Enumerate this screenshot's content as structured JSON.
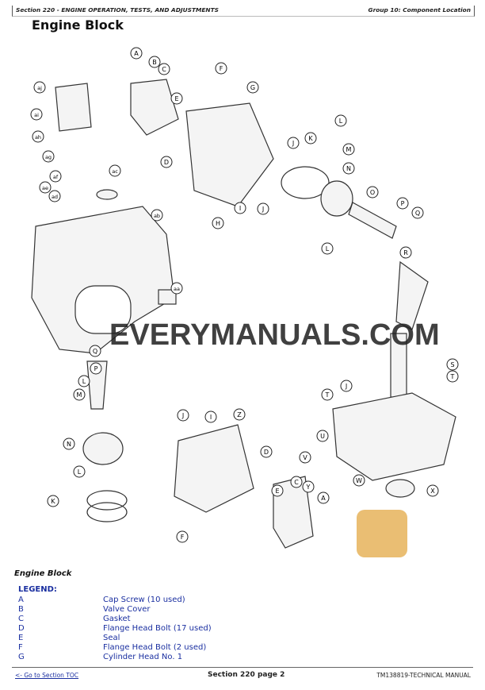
{
  "header": {
    "section": "Section 220 - ENGINE OPERATION, TESTS, AND ADJUSTMENTS",
    "group": "Group 10: Component Location"
  },
  "page_title": "Engine Block",
  "diagram": {
    "callouts": [
      "A",
      "B",
      "C",
      "F",
      "G",
      "E",
      "D",
      "aj",
      "ai",
      "ah",
      "ag",
      "af",
      "ae",
      "ad",
      "ac",
      "ab",
      "aa",
      "H",
      "I",
      "J",
      "J",
      "K",
      "L",
      "M",
      "N",
      "O",
      "P",
      "Q",
      "L",
      "R",
      "Q",
      "P",
      "L",
      "M",
      "N",
      "L",
      "K",
      "J",
      "I",
      "Z",
      "D",
      "E",
      "F",
      "C",
      "Y",
      "A",
      "J",
      "T",
      "U",
      "V",
      "W",
      "X",
      "S",
      "T"
    ],
    "watermark": "EVERYMANUALS.COM"
  },
  "caption": "Engine Block",
  "legend": {
    "title": "LEGEND:",
    "items": [
      {
        "key": "A",
        "label": "Cap Screw (10 used)"
      },
      {
        "key": "B",
        "label": "Valve Cover"
      },
      {
        "key": "C",
        "label": "Gasket"
      },
      {
        "key": "D",
        "label": "Flange Head Bolt (17 used)"
      },
      {
        "key": "E",
        "label": "Seal"
      },
      {
        "key": "F",
        "label": "Flange Head Bolt (2 used)"
      },
      {
        "key": "G",
        "label": "Cylinder Head No. 1"
      }
    ]
  },
  "footer": {
    "toc_link": "<- Go to Section TOC",
    "page": "Section 220 page 2",
    "manual": "TM138819-TECHNICAL MANUAL"
  }
}
